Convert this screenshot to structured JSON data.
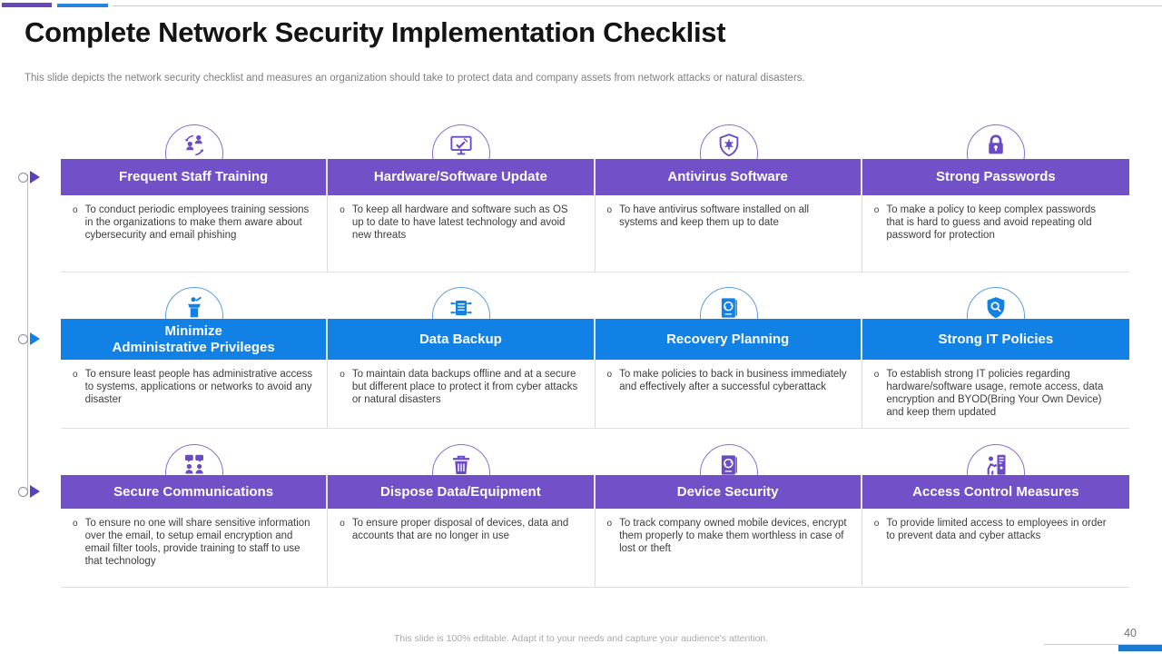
{
  "slide": {
    "title": "Complete Network Security Implementation Checklist",
    "subtitle": "This slide depicts the network security checklist and measures an organization should take to protect data and company assets from network attacks or natural disasters.",
    "footer": "This slide is 100% editable. Adapt it to your needs and capture your audience's attention.",
    "page_number": "40"
  },
  "ui": {
    "bullet": "o"
  },
  "colors": {
    "purple_accent": "#7150c8",
    "blue_accent": "#1181e6",
    "top_bar_purple": "#6a46bb",
    "top_bar_blue": "#2a84dc",
    "footer_bar_blue": "#1b79ce"
  },
  "rows": [
    {
      "accent": "purple",
      "items": [
        {
          "icon": "staff-training-icon",
          "title": "Frequent Staff Training",
          "text": "To conduct periodic employees training sessions in the organizations to make them aware about cybersecurity and email phishing"
        },
        {
          "icon": "hardware-update-icon",
          "title": "Hardware/Software Update",
          "text": "To keep all hardware and software such as OS up to date to have latest technology and avoid new threats"
        },
        {
          "icon": "antivirus-shield-icon",
          "title": "Antivirus Software",
          "text": "To have antivirus software installed on all systems and keep them up to date"
        },
        {
          "icon": "padlock-icon",
          "title": "Strong Passwords",
          "text": "To make a policy to keep complex passwords that is hard to guess and avoid repeating old password for protection"
        }
      ]
    },
    {
      "accent": "blue",
      "items": [
        {
          "icon": "podium-icon",
          "title": "Minimize\nAdministrative Privileges",
          "text": "To ensure least people has administrative access to systems, applications or networks to avoid any disaster"
        },
        {
          "icon": "server-backup-icon",
          "title": "Data Backup",
          "text": "To maintain data backups offline and at a secure but different place to protect it from cyber attacks or natural disasters"
        },
        {
          "icon": "recovery-book-icon",
          "title": "Recovery Planning",
          "text": "To make policies to back in business immediately and effectively after a successful cyberattack"
        },
        {
          "icon": "shield-magnifier-icon",
          "title": "Strong IT Policies",
          "text": "To establish strong IT policies regarding hardware/software usage, remote access, data encryption and BYOD(Bring Your Own Device) and keep them updated"
        }
      ]
    },
    {
      "accent": "purple",
      "items": [
        {
          "icon": "chat-people-icon",
          "title": "Secure Communications",
          "text": "To ensure no one will share sensitive information over the email, to setup email encryption and email filter tools, provide training to staff to use that technology"
        },
        {
          "icon": "trash-bin-icon",
          "title": "Dispose Data/Equipment",
          "text": "To ensure proper disposal of devices, data and accounts that are no longer in use"
        },
        {
          "icon": "device-lock-icon",
          "title": "Device Security",
          "text": "To track company owned mobile devices, encrypt them properly to make them worthless in case of lost or theft"
        },
        {
          "icon": "access-control-icon",
          "title": "Access Control Measures",
          "text": "To provide limited access to employees in order to prevent data and cyber attacks"
        }
      ]
    }
  ]
}
